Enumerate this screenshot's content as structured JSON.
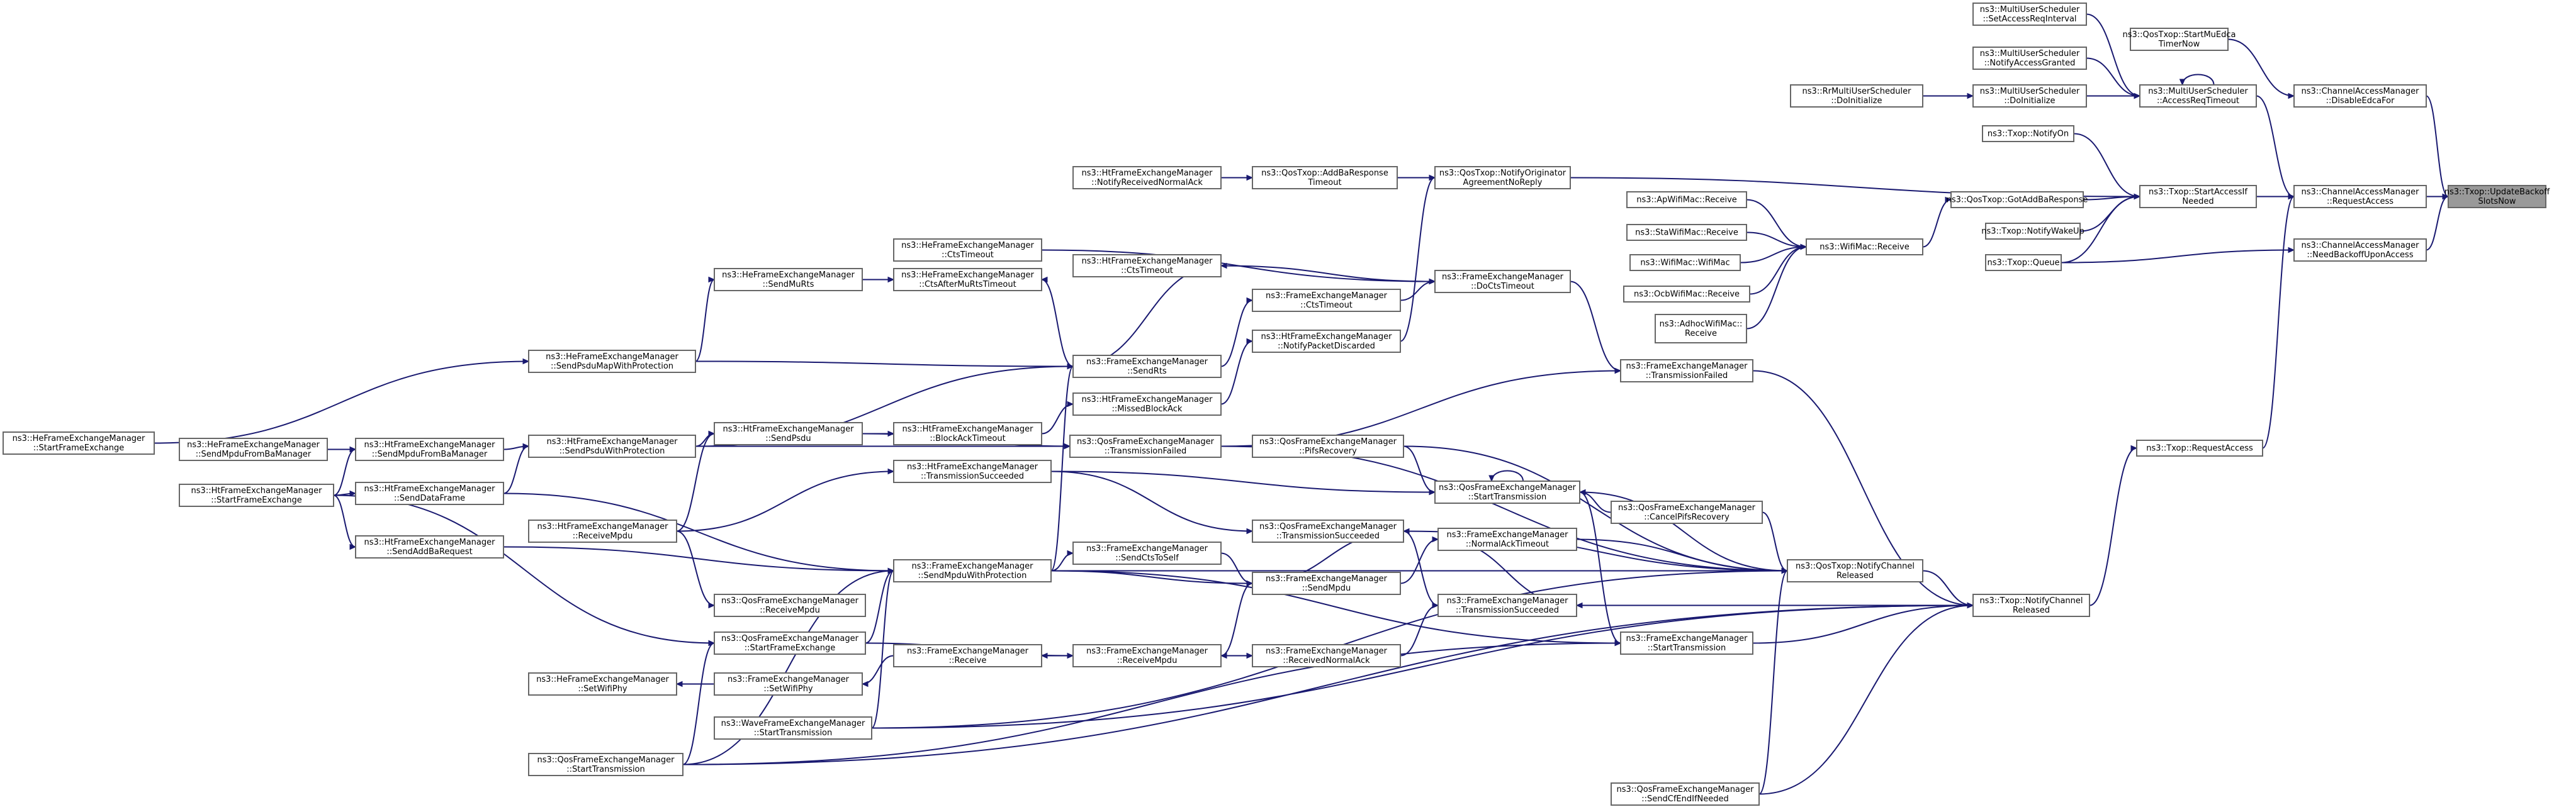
{
  "title": "",
  "nodes": {
    "n0": [
      "ns3::Txop::UpdateBackoff",
      "SlotsNow"
    ],
    "n1": [
      "ns3::ChannelAccessManager",
      "::DisableEdcaFor"
    ],
    "n2": [
      "ns3::ChannelAccessManager",
      "::RequestAccess"
    ],
    "n3": [
      "ns3::ChannelAccessManager",
      "::NeedBackoffUponAccess"
    ],
    "n4": [
      "ns3::QosTxop::StartMuEdca",
      "TimerNow"
    ],
    "n5": [
      "ns3::MultiUserScheduler",
      "::AccessReqTimeout"
    ],
    "n6": [
      "ns3::MultiUserScheduler",
      "::SetAccessReqInterval"
    ],
    "n7": [
      "ns3::MultiUserScheduler",
      "::NotifyAccessGranted"
    ],
    "n8": [
      "ns3::MultiUserScheduler",
      "::DoInitialize"
    ],
    "n9": [
      "ns3::RrMultiUserScheduler",
      "::DoInitialize"
    ],
    "n10": [
      "ns3::Txop::NotifyOn"
    ],
    "n11": [
      "ns3::Txop::StartAccessIf",
      "Needed"
    ],
    "n12": [
      "ns3::QosTxop::GotAddBaResponse"
    ],
    "n13": [
      "ns3::Txop::NotifyWakeUp"
    ],
    "n14": [
      "ns3::Txop::Queue"
    ],
    "n15": [
      "ns3::WifiMac::Receive"
    ],
    "n16": [
      "ns3::ApWifiMac::Receive"
    ],
    "n17": [
      "ns3::StaWifiMac::Receive"
    ],
    "n18": [
      "ns3::WifiMac::WifiMac"
    ],
    "n19": [
      "ns3::OcbWifiMac::Receive"
    ],
    "n20": [
      "ns3::AdhocWifiMac::",
      "Receive"
    ],
    "n21": [
      "ns3::QosTxop::NotifyOriginator",
      "AgreementNoReply"
    ],
    "n22": [
      "ns3::QosTxop::AddBaResponse",
      "Timeout"
    ],
    "n23": [
      "ns3::HtFrameExchangeManager",
      "::NotifyReceivedNormalAck"
    ],
    "n24": [
      "ns3::FrameExchangeManager",
      "::DoCtsTimeout"
    ],
    "n25": [
      "ns3::FrameExchangeManager",
      "::TransmissionFailed"
    ],
    "n26": [
      "ns3::Txop::RequestAccess"
    ],
    "n27": [
      "ns3::Txop::NotifyChannel",
      "Released"
    ],
    "n28": [
      "ns3::QosTxop::NotifyChannel",
      "Released"
    ],
    "n29": [
      "ns3::FrameExchangeManager",
      "::StartTransmission"
    ],
    "n30": [
      "ns3::FrameExchangeManager",
      "::TransmissionSucceeded"
    ],
    "n31": [
      "ns3::QosFrameExchangeManager",
      "::SendCfEndIfNeeded"
    ],
    "n32": [
      "ns3::QosFrameExchangeManager",
      "::StartTransmission"
    ],
    "n33": [
      "ns3::QosFrameExchangeManager",
      "::CancelPifsRecovery"
    ],
    "n34": [
      "ns3::FrameExchangeManager",
      "::NormalAckTimeout"
    ],
    "n35": [
      "ns3::QosFrameExchangeManager",
      "::PifsRecovery"
    ],
    "n36": [
      "ns3::QosFrameExchangeManager",
      "::TransmissionSucceeded"
    ],
    "n37": [
      "ns3::QosFrameExchangeManager",
      "::TransmissionFailed"
    ],
    "n38": [
      "ns3::FrameExchangeManager",
      "::CtsTimeout"
    ],
    "n39": [
      "ns3::HtFrameExchangeManager",
      "::NotifyPacketDiscarded"
    ],
    "n40": [
      "ns3::HtFrameExchangeManager",
      "::CtsTimeout"
    ],
    "n41": [
      "ns3::HeFrameExchangeManager",
      "::CtsTimeout"
    ],
    "n42": [
      "ns3::FrameExchangeManager",
      "::SendRts"
    ],
    "n43": [
      "ns3::HtFrameExchangeManager",
      "::MissedBlockAck"
    ],
    "n44": [
      "ns3::HtFrameExchangeManager",
      "::BlockAckTimeout"
    ],
    "n45": [
      "ns3::HeFrameExchangeManager",
      "::CtsAfterMuRtsTimeout"
    ],
    "n46": [
      "ns3::HeFrameExchangeManager",
      "::SendMuRts"
    ],
    "n47": [
      "ns3::HeFrameExchangeManager",
      "::SendPsduMapWithProtection"
    ],
    "n48": [
      "ns3::HeFrameExchangeManager",
      "::StartFrameExchange"
    ],
    "n49": [
      "ns3::HtFrameExchangeManager",
      "::StartFrameExchange"
    ],
    "n50": [
      "ns3::HeFrameExchangeManager",
      "::SendMpduFromBaManager"
    ],
    "n51": [
      "ns3::HtFrameExchangeManager",
      "::SendMpduFromBaManager"
    ],
    "n52": [
      "ns3::HtFrameExchangeManager",
      "::SendDataFrame"
    ],
    "n53": [
      "ns3::HtFrameExchangeManager",
      "::SendAddBaRequest"
    ],
    "n54": [
      "ns3::HtFrameExchangeManager",
      "::SendPsduWithProtection"
    ],
    "n55": [
      "ns3::HtFrameExchangeManager",
      "::ReceiveMpdu"
    ],
    "n56": [
      "ns3::HtFrameExchangeManager",
      "::SendPsdu"
    ],
    "n57": [
      "ns3::HtFrameExchangeManager",
      "::TransmissionSucceeded"
    ],
    "n58": [
      "ns3::FrameExchangeManager",
      "::SendMpduWithProtection"
    ],
    "n59": [
      "ns3::FrameExchangeManager",
      "::SendCtsToSelf"
    ],
    "n60": [
      "ns3::FrameExchangeManager",
      "::SendMpdu"
    ],
    "n61": [
      "ns3::QosFrameExchangeManager",
      "::ReceiveMpdu"
    ],
    "n62": [
      "ns3::QosFrameExchangeManager",
      "::StartFrameExchange"
    ],
    "n63": [
      "ns3::FrameExchangeManager",
      "::SetWifiPhy"
    ],
    "n64": [
      "ns3::HeFrameExchangeManager",
      "::SetWifiPhy"
    ],
    "n65": [
      "ns3::FrameExchangeManager",
      "::Receive"
    ],
    "n66": [
      "ns3::FrameExchangeManager",
      "::ReceiveMpdu"
    ],
    "n67": [
      "ns3::FrameExchangeManager",
      "::ReceivedNormalAck"
    ],
    "n68": [
      "ns3::WaveFrameExchangeManager",
      "::StartTransmission"
    ],
    "n69": [
      "ns3::QosFrameExchangeManager",
      "::StartTransmission"
    ]
  }
}
